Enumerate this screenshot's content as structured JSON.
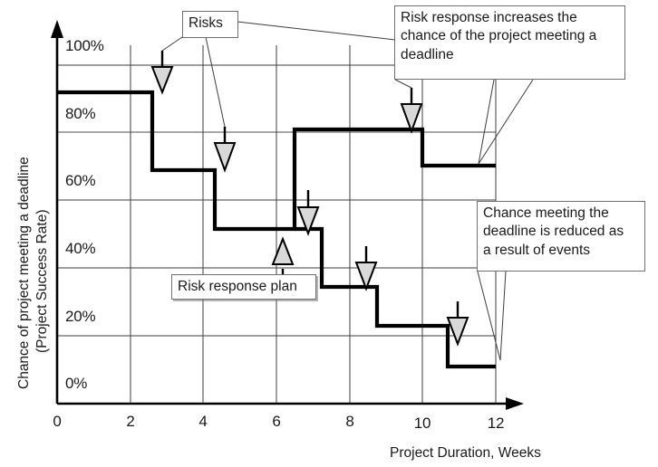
{
  "chart_data": {
    "type": "line",
    "subtype": "step",
    "title": "",
    "xlabel": "Project Duration, Weeks",
    "ylabel": "Chance of project meeting a deadline (Project Success Rate)",
    "ylabel_lines": [
      "Chance of project meeting a deadline",
      "(Project Success Rate)"
    ],
    "xlim": [
      0,
      12
    ],
    "ylim": [
      0,
      100
    ],
    "xticks": [
      "0",
      "2",
      "4",
      "6",
      "8",
      "10",
      "12"
    ],
    "xtick_values": [
      0,
      2,
      4,
      6,
      8,
      10,
      12
    ],
    "yticks": [
      "0%",
      "20%",
      "40%",
      "60%",
      "80%",
      "100%"
    ],
    "ytick_values": [
      0,
      20,
      40,
      60,
      80,
      100
    ],
    "grid": true,
    "legend": "none",
    "series": [
      {
        "name": "Project success rate",
        "step_points": [
          {
            "x": 0.0,
            "y": 87
          },
          {
            "x": 2.6,
            "y": 87
          },
          {
            "x": 2.6,
            "y": 65
          },
          {
            "x": 4.3,
            "y": 65
          },
          {
            "x": 4.3,
            "y": 47
          },
          {
            "x": 6.5,
            "y": 47
          },
          {
            "x": 6.5,
            "y": 76
          },
          {
            "x": 9.7,
            "y": 76
          },
          {
            "x": 9.7,
            "y": 65
          },
          {
            "x": 12.0,
            "y": 65
          }
        ],
        "step_points_lower": [
          {
            "x": 6.5,
            "y": 47
          },
          {
            "x": 7.2,
            "y": 47
          },
          {
            "x": 7.2,
            "y": 33
          },
          {
            "x": 8.7,
            "y": 33
          },
          {
            "x": 8.7,
            "y": 22
          },
          {
            "x": 10.6,
            "y": 22
          },
          {
            "x": 10.6,
            "y": 9
          },
          {
            "x": 12.0,
            "y": 9
          }
        ]
      }
    ],
    "event_markers": [
      {
        "label": "risk-event",
        "direction": "down",
        "x": 2.6,
        "y": 87
      },
      {
        "label": "risk-event",
        "direction": "down",
        "x": 4.3,
        "y": 65
      },
      {
        "label": "risk-response",
        "direction": "up",
        "x": 6.5,
        "y": 47
      },
      {
        "label": "risk-event",
        "direction": "down",
        "x": 7.2,
        "y": 47
      },
      {
        "label": "risk-response",
        "direction": "down",
        "x": 9.7,
        "y": 76
      },
      {
        "label": "risk-event",
        "direction": "down",
        "x": 8.7,
        "y": 33
      },
      {
        "label": "risk-event",
        "direction": "down",
        "x": 10.6,
        "y": 22
      }
    ],
    "annotations": [
      {
        "id": "risks",
        "text": "Risks"
      },
      {
        "id": "risk-response-increase",
        "text": "Risk response increases the chance of the project meeting a deadline"
      },
      {
        "id": "risk-response-plan",
        "text": "Risk response plan"
      },
      {
        "id": "chance-reduced",
        "text": "Chance meeting the deadline is reduced as a result of events"
      }
    ]
  },
  "callouts": {
    "risks": {
      "text": "Risks"
    },
    "risk_response_increase": {
      "line1": "Risk response increases the",
      "line2": "chance of the project meeting a",
      "line3": "deadline"
    },
    "risk_response_plan": {
      "text": "Risk response plan"
    },
    "chance_reduced": {
      "line1": "Chance meeting the",
      "line2": "deadline is reduced as",
      "line3": "a result of events"
    }
  },
  "axis": {
    "x_title": "Project Duration, Weeks",
    "y_title_line1": "Chance of project meeting a deadline",
    "y_title_line2": "(Project Success Rate)",
    "x_ticks": [
      "0",
      "2",
      "4",
      "6",
      "8",
      "10",
      "12"
    ],
    "y_ticks": [
      "100%",
      "80%",
      "60%",
      "40%",
      "20%",
      "0%"
    ]
  },
  "colors": {
    "series": "#000000",
    "grid": "#3f3f3f",
    "grid_light": "#8a8a8a",
    "axis": "#000000",
    "marker_fill": "#d9d9d9",
    "marker_stroke": "#000000",
    "callout_border": "#6f6f6f",
    "text": "#1a1a1a",
    "background": "#ffffff"
  }
}
